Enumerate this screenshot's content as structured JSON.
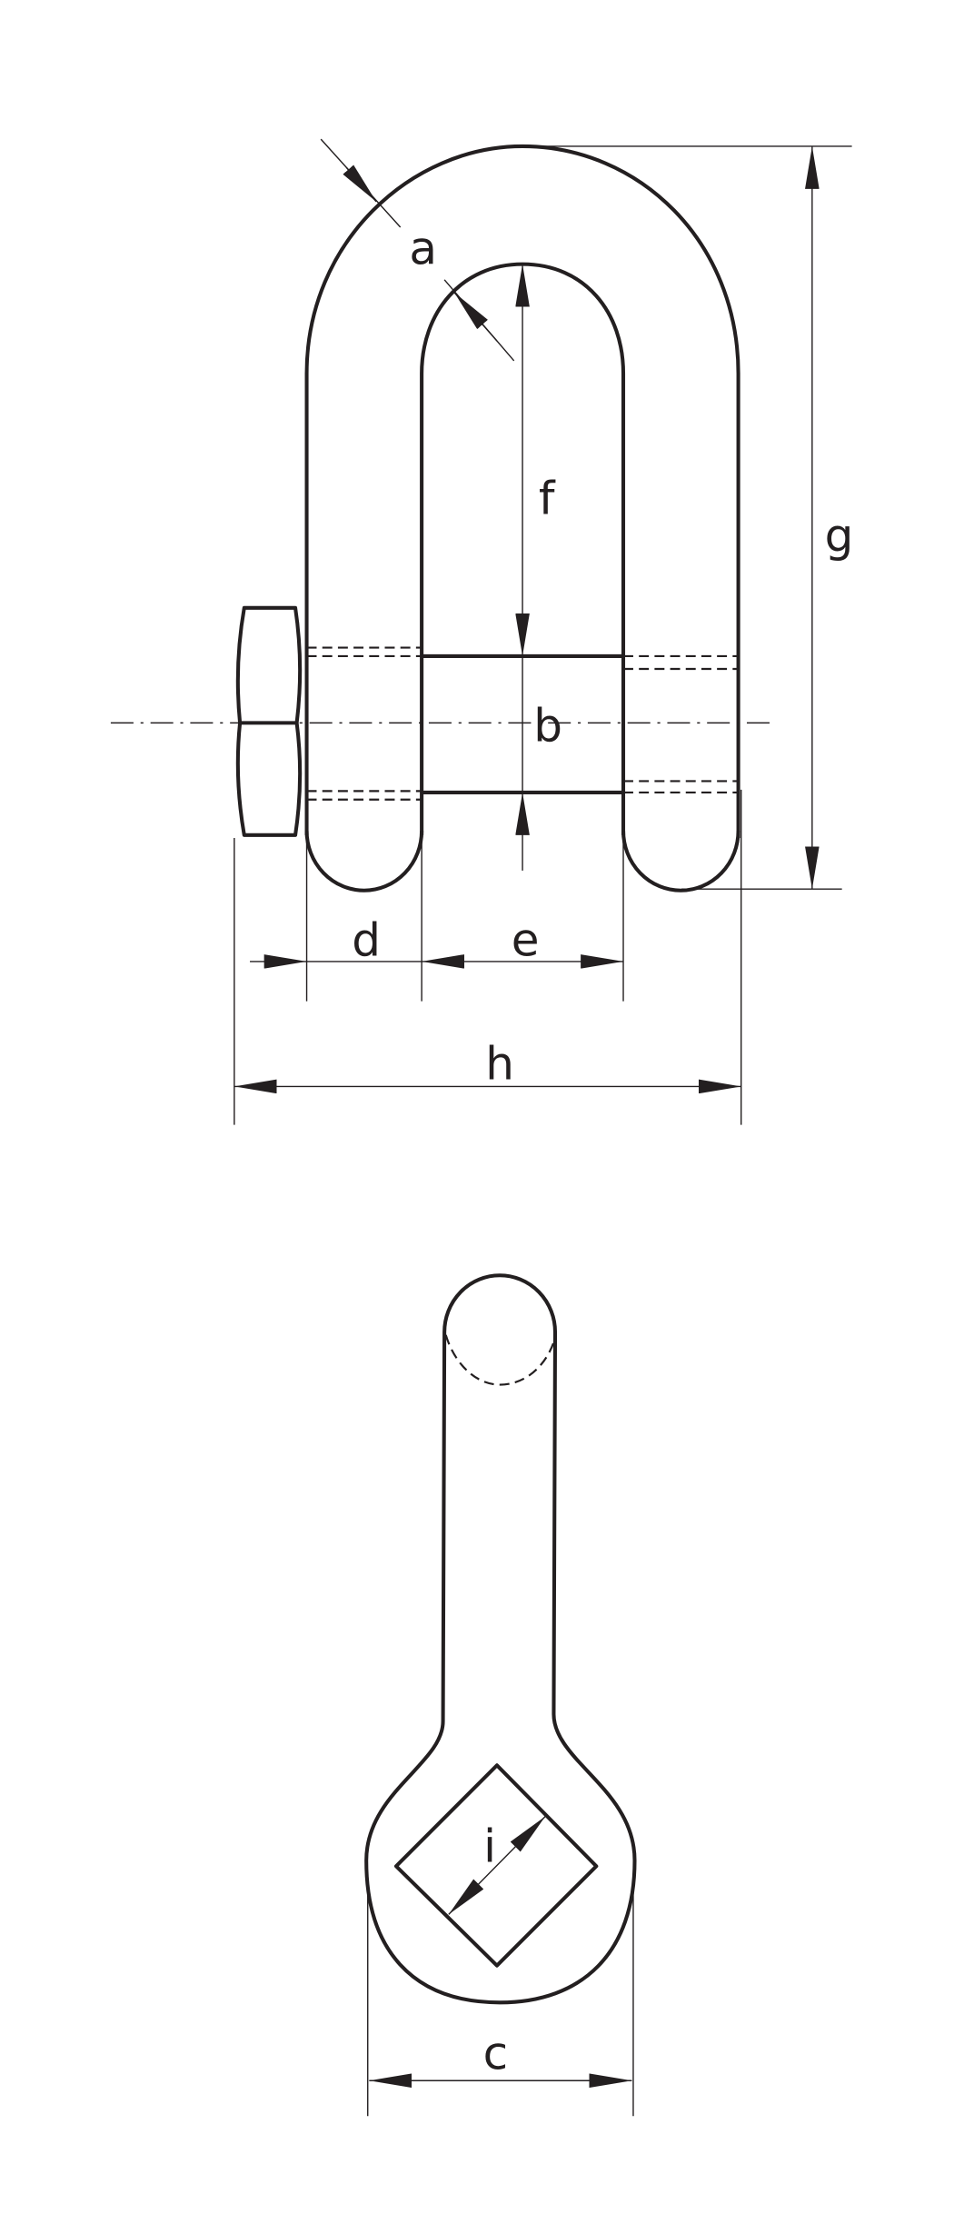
{
  "labels": {
    "a": "a",
    "b": "b",
    "c": "c",
    "d": "d",
    "e": "e",
    "f": "f",
    "g": "g",
    "h": "h",
    "i": "i"
  },
  "colors": {
    "line": "#231f20",
    "background": "#ffffff"
  }
}
